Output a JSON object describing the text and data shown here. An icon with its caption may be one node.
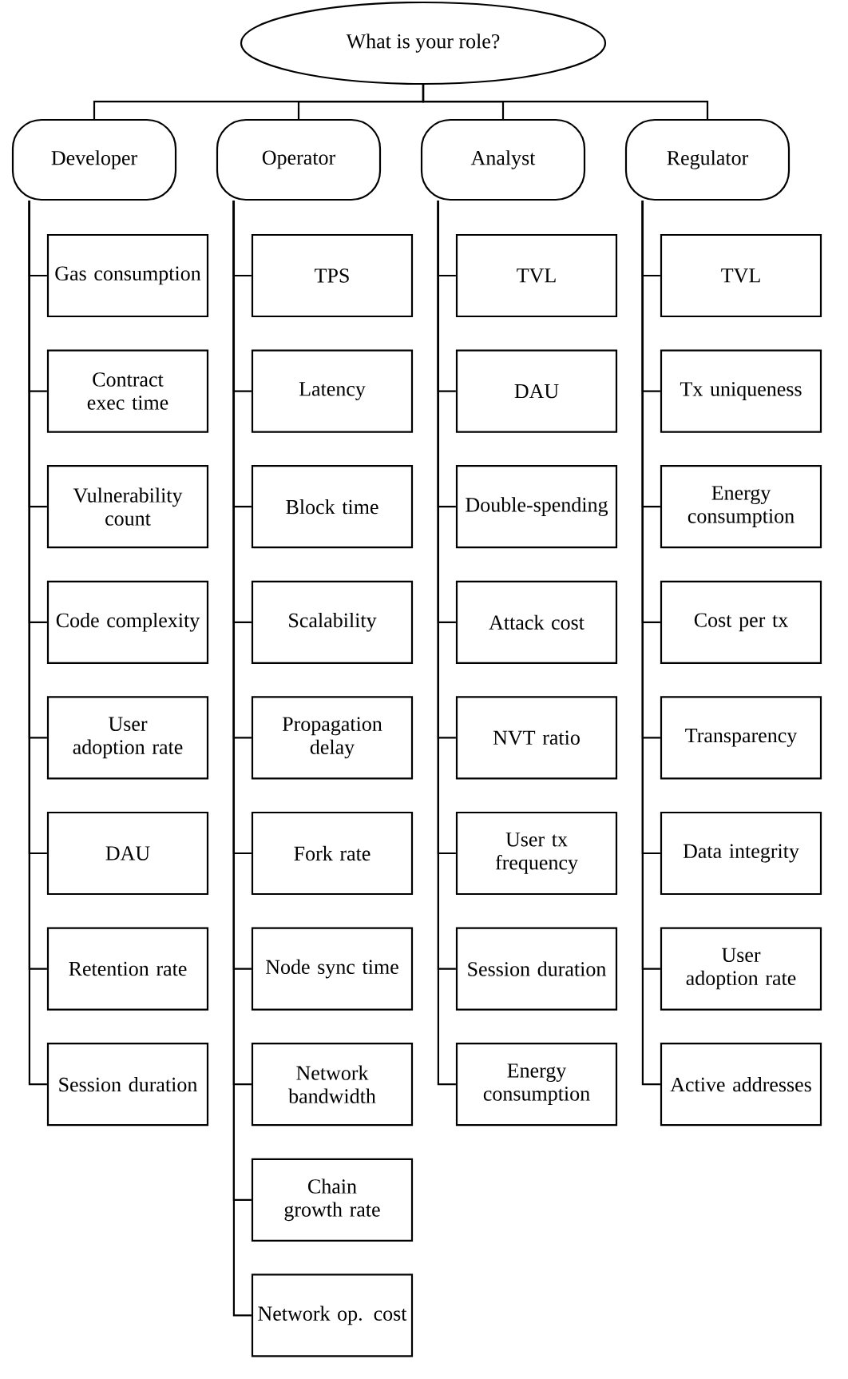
{
  "diagram": {
    "nodes": [
      {
        "text": [
          "What is your role?"
        ]
      },
      {
        "text": [
          "Developer"
        ]
      },
      {
        "text": [
          "Operator"
        ]
      },
      {
        "text": [
          "Analyst"
        ]
      },
      {
        "text": [
          "Regulator"
        ]
      },
      {
        "text": [
          "Gas consumption"
        ]
      },
      {
        "text": [
          "Contract exec time"
        ]
      },
      {
        "text": [
          "Vulnerability count"
        ]
      },
      {
        "text": [
          "Code complexity"
        ]
      },
      {
        "text": [
          "User adoption rate"
        ]
      },
      {
        "text": [
          "DAU"
        ]
      },
      {
        "text": [
          "Retention rate"
        ]
      },
      {
        "text": [
          "Session duration"
        ]
      },
      {
        "text": [
          "TPS"
        ]
      },
      {
        "text": [
          "Latency"
        ]
      },
      {
        "text": [
          "Block time"
        ]
      },
      {
        "text": [
          "Scalability"
        ]
      },
      {
        "text": [
          "Propagation delay"
        ]
      },
      {
        "text": [
          "Fork rate"
        ]
      },
      {
        "text": [
          "Node sync time"
        ]
      },
      {
        "text": [
          "Network bandwidth"
        ]
      },
      {
        "text": [
          "Chain growth rate"
        ]
      },
      {
        "text": [
          "Network op. cost"
        ]
      },
      {
        "text": [
          "TVL"
        ]
      },
      {
        "text": [
          "DAU"
        ]
      },
      {
        "text": [
          "Double-spending"
        ]
      },
      {
        "text": [
          "Attack cost"
        ]
      },
      {
        "text": [
          "NVT ratio"
        ]
      },
      {
        "text": [
          "User tx frequency"
        ]
      },
      {
        "text": [
          "Session duration"
        ]
      },
      {
        "text": [
          "Energy consumption"
        ]
      },
      {
        "text": [
          "TVL"
        ]
      },
      {
        "text": [
          "Tx uniqueness"
        ]
      },
      {
        "text": [
          "Energy consumption"
        ]
      },
      {
        "text": [
          "Cost per tx"
        ]
      },
      {
        "text": [
          "Transparency"
        ]
      },
      {
        "text": [
          "Data integrity"
        ]
      },
      {
        "text": [
          "User adoption rate"
        ]
      },
      {
        "text": [
          "Active addresses"
        ]
      }
    ],
    "edges": [
      {
        "from": 0,
        "to": 1,
        "arrow": "none"
      },
      {
        "from": 0,
        "to": 2,
        "arrow": "none"
      },
      {
        "from": 0,
        "to": 3,
        "arrow": "none"
      },
      {
        "from": 0,
        "to": 4,
        "arrow": "none"
      },
      {
        "from": 1,
        "to": 5,
        "arrow": "none"
      },
      {
        "from": 1,
        "to": 6,
        "arrow": "none"
      },
      {
        "from": 1,
        "to": 7,
        "arrow": "none"
      },
      {
        "from": 1,
        "to": 8,
        "arrow": "none"
      },
      {
        "from": 1,
        "to": 9,
        "arrow": "none"
      },
      {
        "from": 1,
        "to": 10,
        "arrow": "none"
      },
      {
        "from": 1,
        "to": 11,
        "arrow": "none"
      },
      {
        "from": 1,
        "to": 12,
        "arrow": "none"
      },
      {
        "from": 2,
        "to": 13,
        "arrow": "none"
      },
      {
        "from": 2,
        "to": 14,
        "arrow": "none"
      },
      {
        "from": 2,
        "to": 15,
        "arrow": "none"
      },
      {
        "from": 2,
        "to": 16,
        "arrow": "none"
      },
      {
        "from": 2,
        "to": 17,
        "arrow": "none"
      },
      {
        "from": 2,
        "to": 18,
        "arrow": "none"
      },
      {
        "from": 2,
        "to": 19,
        "arrow": "none"
      },
      {
        "from": 2,
        "to": 20,
        "arrow": "none"
      },
      {
        "from": 2,
        "to": 21,
        "arrow": "none"
      },
      {
        "from": 2,
        "to": 22,
        "arrow": "none"
      },
      {
        "from": 3,
        "to": 23,
        "arrow": "none"
      },
      {
        "from": 3,
        "to": 24,
        "arrow": "none"
      },
      {
        "from": 3,
        "to": 25,
        "arrow": "none"
      },
      {
        "from": 3,
        "to": 26,
        "arrow": "none"
      },
      {
        "from": 3,
        "to": 27,
        "arrow": "none"
      },
      {
        "from": 3,
        "to": 28,
        "arrow": "none"
      },
      {
        "from": 3,
        "to": 29,
        "arrow": "none"
      },
      {
        "from": 3,
        "to": 30,
        "arrow": "none"
      },
      {
        "from": 4,
        "to": 31,
        "arrow": "none"
      },
      {
        "from": 4,
        "to": 32,
        "arrow": "none"
      },
      {
        "from": 4,
        "to": 33,
        "arrow": "none"
      },
      {
        "from": 4,
        "to": 34,
        "arrow": "none"
      },
      {
        "from": 4,
        "to": 35,
        "arrow": "none"
      },
      {
        "from": 4,
        "to": 36,
        "arrow": "none"
      },
      {
        "from": 4,
        "to": 37,
        "arrow": "none"
      },
      {
        "from": 4,
        "to": 38,
        "arrow": "none"
      }
    ]
  }
}
